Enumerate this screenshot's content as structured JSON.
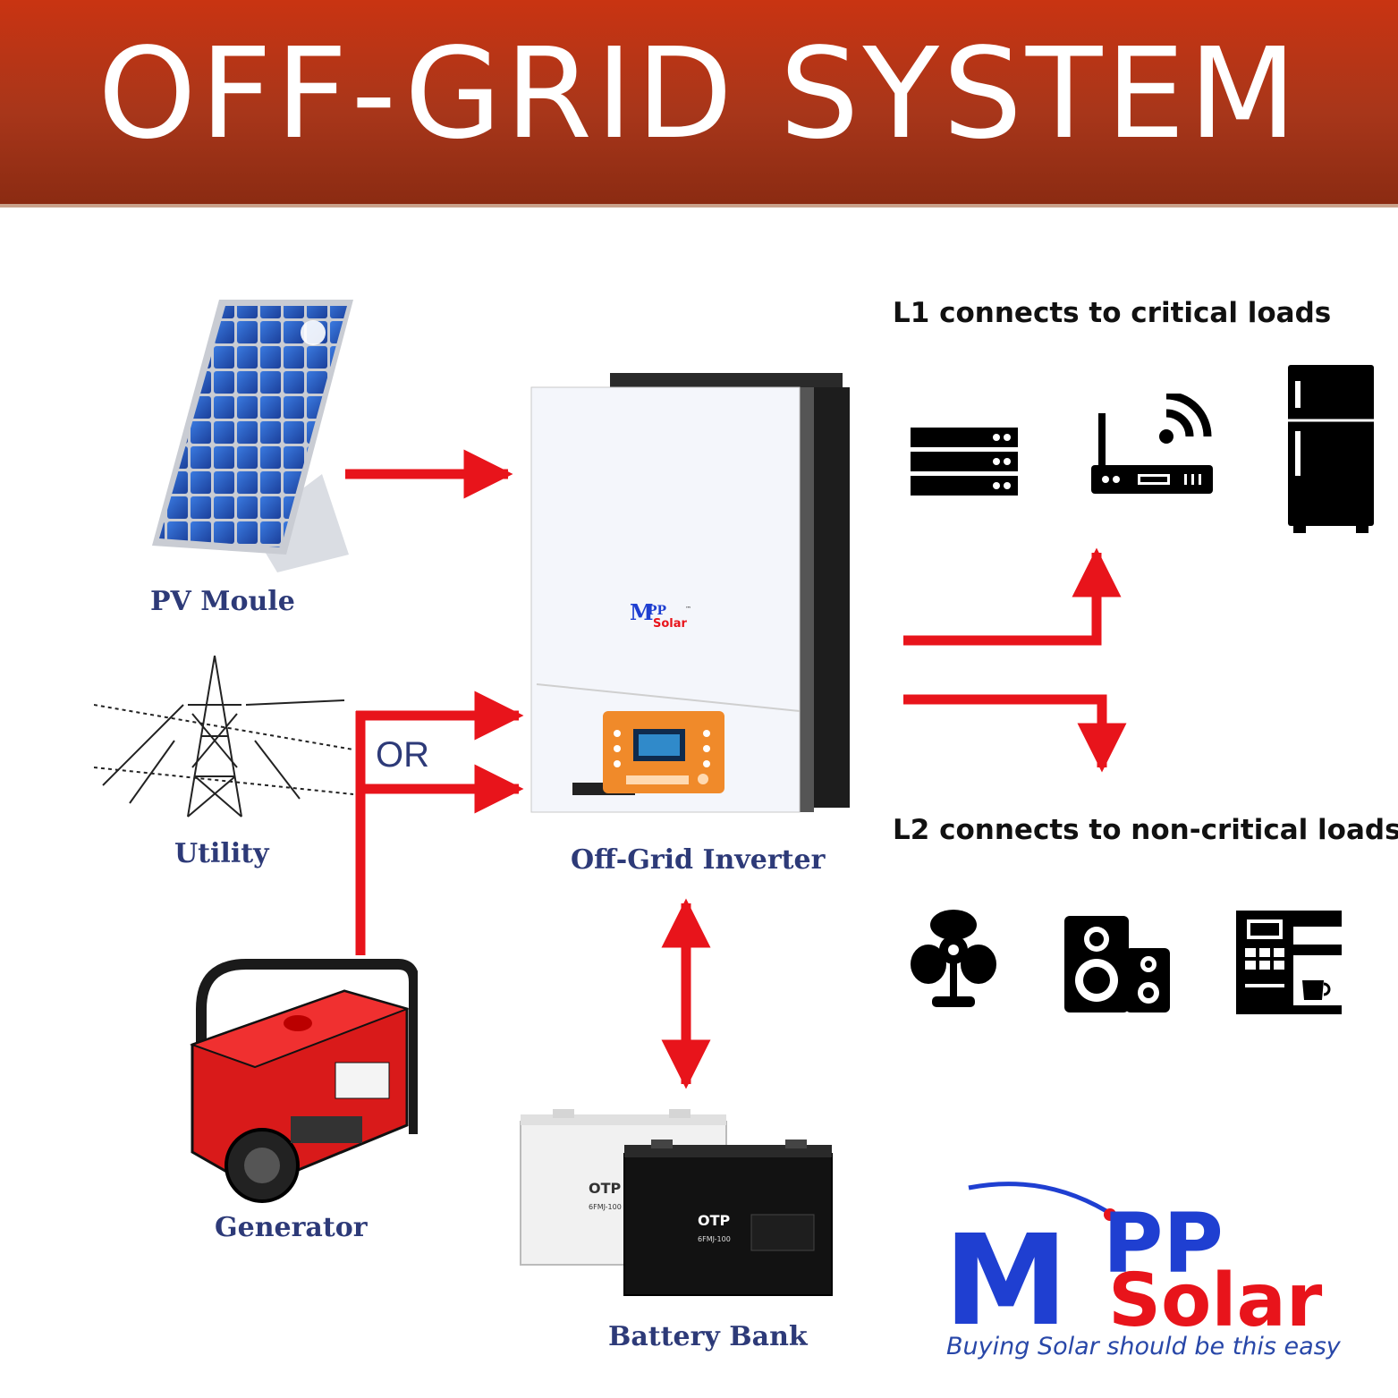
{
  "title": "OFF-GRID SYSTEM",
  "components": {
    "pv": "PV Moule",
    "utility": "Utility",
    "generator": "Generator",
    "inverter": "Off-Grid Inverter",
    "battery": "Battery Bank"
  },
  "or_label": "OR",
  "l1_label": "L1 connects to critical loads",
  "l2_label": "L2 connects to non-critical loads",
  "l1_loads": [
    "server-icon",
    "router-icon",
    "fridge-icon"
  ],
  "l2_loads": [
    "fan-icon",
    "speaker-icon",
    "coffee-machine-icon"
  ],
  "inverter_brand": {
    "m": "M",
    "pp": "PP",
    "solar": "Solar",
    "tm": "™"
  },
  "battery_text": {
    "brand": "OTP",
    "model": "6FMJ-100"
  },
  "logo": {
    "m": "M",
    "pp": "PP",
    "solar": "Solar",
    "tagline": "Buying Solar should be this easy"
  },
  "colors": {
    "banner": "#b5361a",
    "arrow": "#e8141b",
    "label": "#2d3a78",
    "logo_blue": "#1f3fd1",
    "logo_red": "#e8141b"
  }
}
